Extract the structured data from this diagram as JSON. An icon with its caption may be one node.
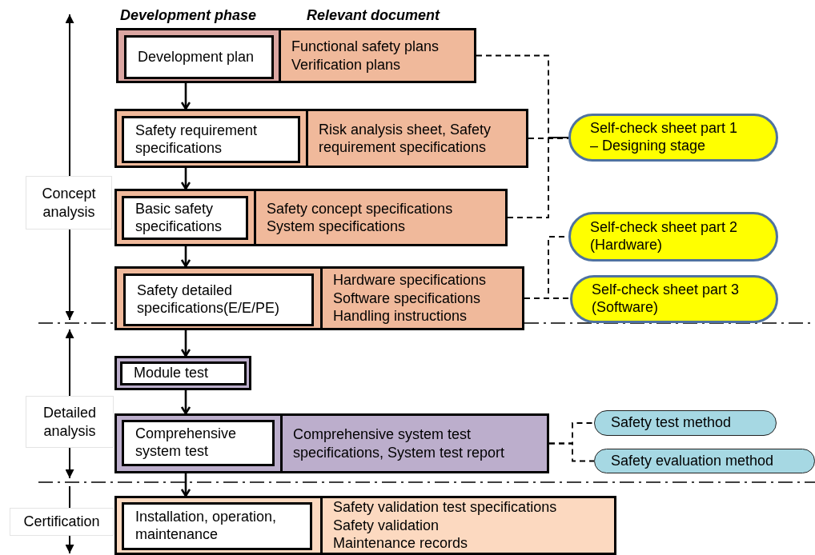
{
  "diagram": {
    "nodes": [
      {
        "text": [
          "Functional safety plans",
          "Verification plans"
        ]
      },
      {
        "text": [
          "Development plan"
        ],
        "in": 0
      },
      {
        "text": [
          "Risk analysis sheet, Safety requirement specifications"
        ]
      },
      {
        "text": [
          "Safety requirement specifications"
        ],
        "in": 2
      },
      {
        "text": [
          "Safety concept specifications",
          "System specifications"
        ]
      },
      {
        "text": [
          "Basic safety specifications"
        ],
        "in": 4
      },
      {
        "text": [
          "Hardware specifications",
          "Software specifications",
          "Handling instructions"
        ]
      },
      {
        "text": [
          "Safety detailed specifications(E/E/PE)"
        ],
        "in": 6
      },
      {
        "text": [],
        "shape": "box"
      },
      {
        "text": [
          "Module test"
        ],
        "in": 8
      },
      {
        "text": [
          "Comprehensive system test specifications, System test report"
        ]
      },
      {
        "text": [
          "Comprehensive system test"
        ],
        "in": 10
      },
      {
        "text": [
          "Safety validation test specifications",
          "Safety validation",
          "Maintenance records"
        ]
      },
      {
        "text": [
          "Installation, operation, maintenance"
        ],
        "in": 12
      },
      {
        "text": [
          "Self-check sheet part 1 – Designing stage"
        ]
      },
      {
        "text": [
          "Self-check sheet part 2 (Hardware)"
        ]
      },
      {
        "text": [
          "Self-check sheet part 3 (Software)"
        ]
      },
      {
        "text": [
          "Safety test method"
        ]
      },
      {
        "text": [
          "Safety evaluation method"
        ]
      },
      {
        "text": [
          "Concept analysis"
        ]
      },
      {
        "text": [
          "Detailed analysis"
        ]
      },
      {
        "text": [
          "Certification"
        ]
      }
    ],
    "edges": [
      {
        "from": 0,
        "to": 2,
        "arrow": "to"
      },
      {
        "from": 2,
        "to": 4,
        "arrow": "to"
      },
      {
        "from": 4,
        "to": 6,
        "arrow": "to"
      },
      {
        "from": 6,
        "to": 8,
        "arrow": "to"
      },
      {
        "from": 8,
        "to": 10,
        "arrow": "to"
      },
      {
        "from": 10,
        "to": 12,
        "arrow": "to"
      },
      {
        "from": 0,
        "to": 14,
        "arrow": "none",
        "style": "dashed"
      },
      {
        "from": 2,
        "to": 14,
        "arrow": "none",
        "style": "dashed"
      },
      {
        "from": 4,
        "to": 14,
        "arrow": "none",
        "style": "dashed"
      },
      {
        "from": 6,
        "to": 15,
        "arrow": "none",
        "style": "dashed"
      },
      {
        "from": 6,
        "to": 16,
        "arrow": "none",
        "style": "dashed"
      },
      {
        "from": 10,
        "to": 17,
        "arrow": "none",
        "style": "dashed"
      },
      {
        "from": 10,
        "to": 18,
        "arrow": "none",
        "style": "dashed"
      }
    ],
    "labels": [
      "Development phase",
      "Relevant document"
    ]
  }
}
